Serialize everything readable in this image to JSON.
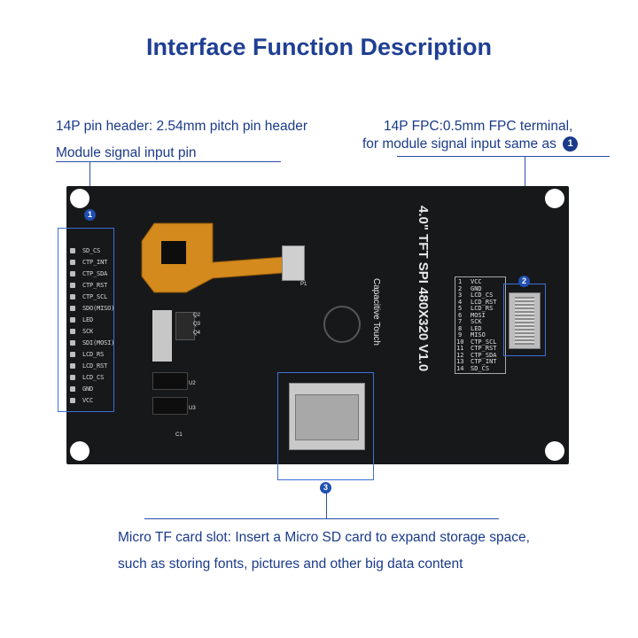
{
  "title": "Interface Function Description",
  "callout1": {
    "line1": "14P pin header: 2.54mm pitch pin header",
    "line2": "Module signal input pin",
    "number": "1"
  },
  "callout2": {
    "line1": "14P FPC:0.5mm FPC terminal,",
    "line2": "for module signal input same as",
    "ref_number": "1",
    "number": "2"
  },
  "callout3": {
    "line1": "Micro TF card slot: Insert a Micro SD card to expand storage space,",
    "line2": "such as storing fonts, pictures and other big data content",
    "number": "3"
  },
  "board": {
    "silk_title": "4.0\" TFT SPI 480X320 V1.0",
    "silk_subtitle": "Capacitive Touch",
    "header_pins": [
      "SD_CS",
      "CTP_INT",
      "CTP_SDA",
      "CTP_RST",
      "CTP_SCL",
      "SDO(MISO)",
      "LED",
      "SCK",
      "SDI(MOSI)",
      "LCD_RS",
      "LCD_RST",
      "LCD_CS",
      "GND",
      "VCC"
    ],
    "fpc_pins": [
      {
        "n": "1",
        "name": "VCC"
      },
      {
        "n": "2",
        "name": "GND"
      },
      {
        "n": "3",
        "name": "LCD_CS"
      },
      {
        "n": "4",
        "name": "LCD_RST"
      },
      {
        "n": "5",
        "name": "LCD_RS"
      },
      {
        "n": "6",
        "name": "MOSI"
      },
      {
        "n": "7",
        "name": "SCK"
      },
      {
        "n": "8",
        "name": "LED"
      },
      {
        "n": "9",
        "name": "MISO"
      },
      {
        "n": "10",
        "name": "CTP_SCL"
      },
      {
        "n": "11",
        "name": "CTP_RST"
      },
      {
        "n": "12",
        "name": "CTP_SDA"
      },
      {
        "n": "13",
        "name": "CTP_INT"
      },
      {
        "n": "14",
        "name": "SD_CS"
      }
    ],
    "fpc_label": "P1",
    "q_labels": [
      "Q2",
      "Q3",
      "Q4"
    ],
    "u_labels": [
      "U2",
      "U3"
    ],
    "c_label": "C1"
  }
}
